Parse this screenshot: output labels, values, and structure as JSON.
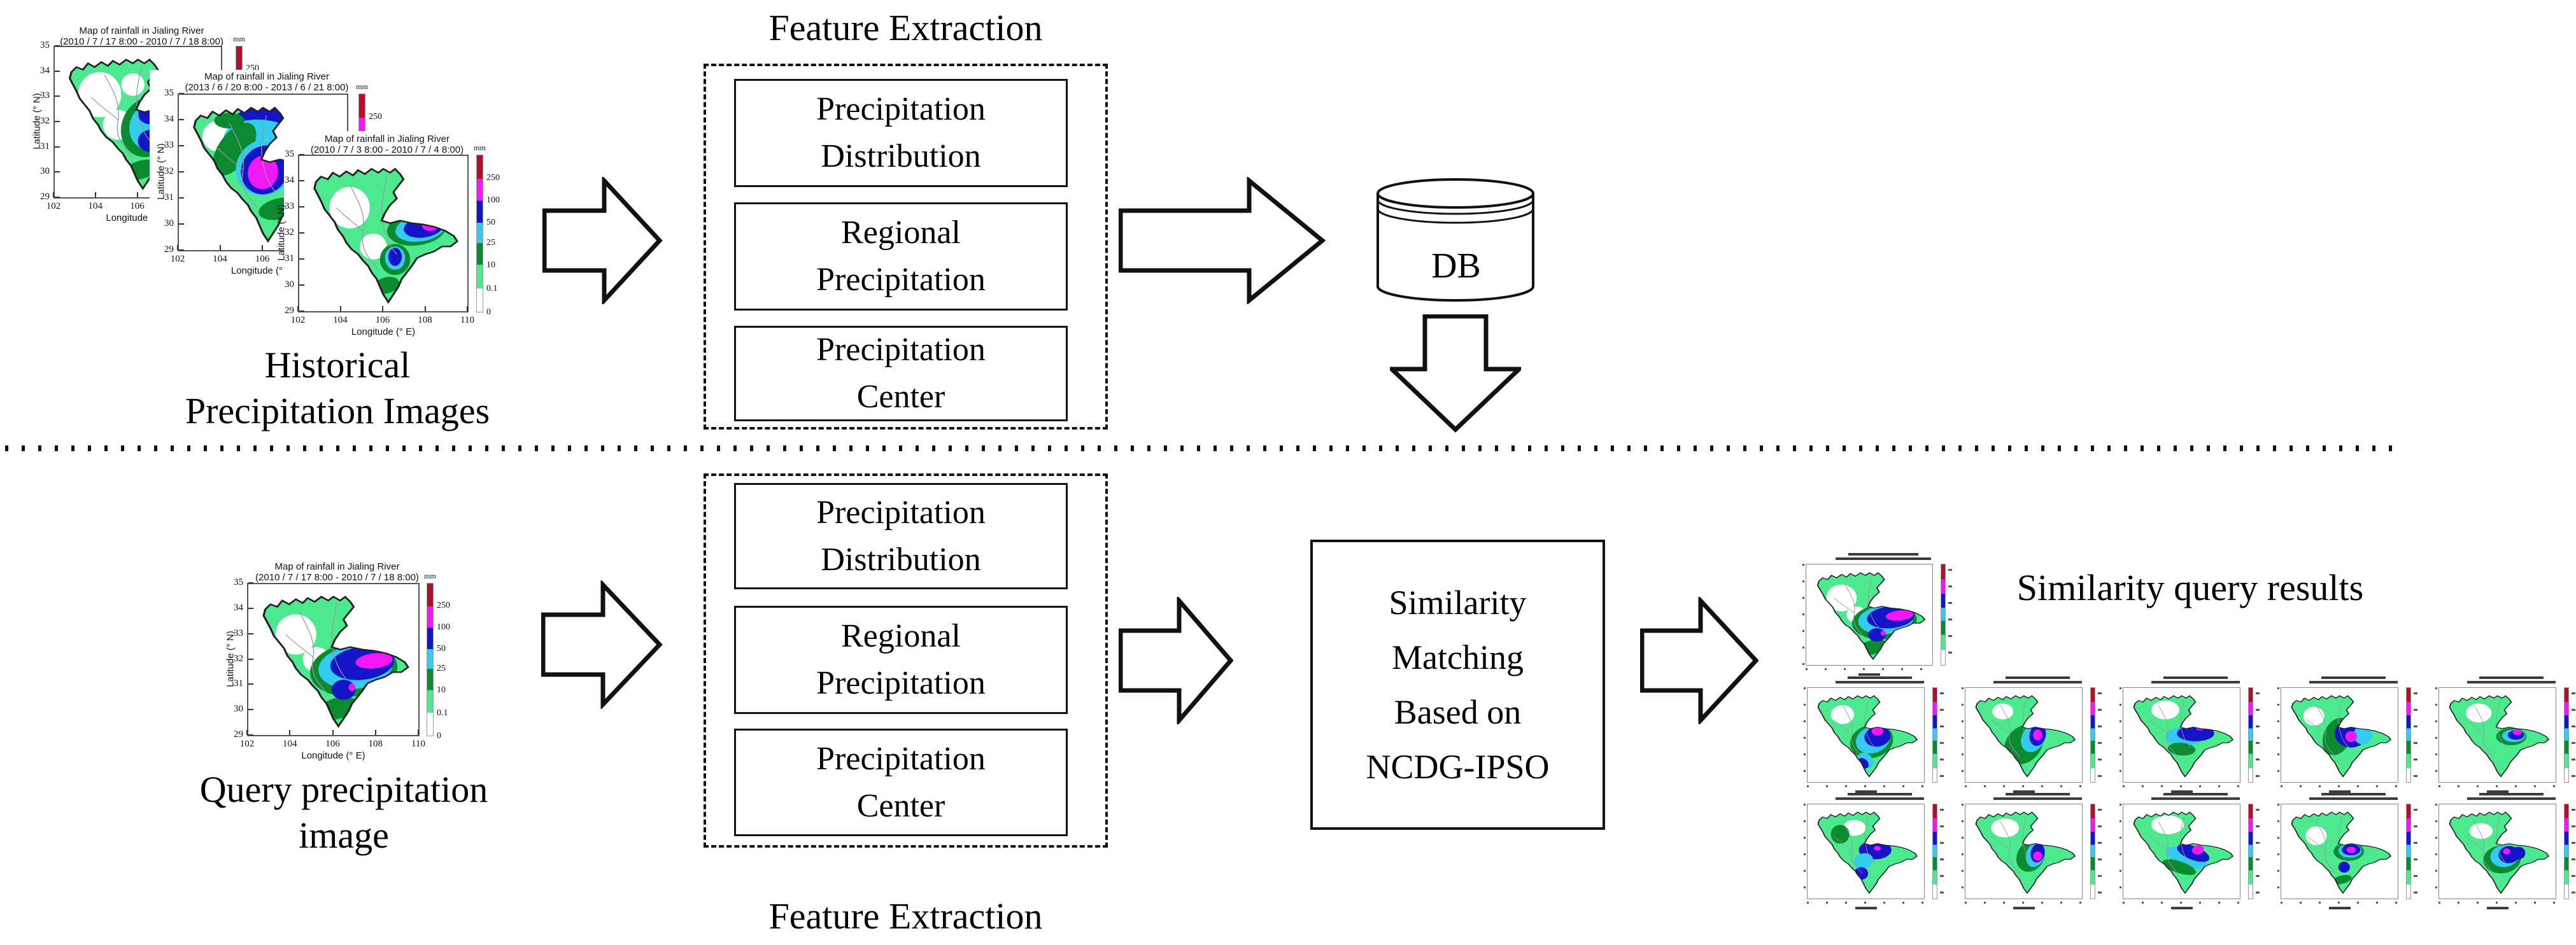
{
  "labels": {
    "historical_caption": [
      "Historical",
      "Precipitation Images"
    ],
    "query_caption": [
      "Query  precipitation",
      "image"
    ],
    "feature_extraction_top": "Feature Extraction",
    "feature_extraction_bottom": "Feature Extraction",
    "db": "DB",
    "results_caption": "Similarity query results"
  },
  "similarity_box": {
    "lines": [
      "Similarity",
      "Matching",
      "Based on",
      "NCDG-IPSO"
    ]
  },
  "feature_boxes": [
    [
      "Precipitation",
      "Distribution"
    ],
    [
      "Regional",
      "Precipitation"
    ],
    [
      "Precipitation",
      "Center"
    ]
  ],
  "maps": {
    "shared": {
      "xlabel": "Longitude (° E)",
      "ylabel": "Latitude (° N)",
      "x_ticks": [
        "102",
        "104",
        "106",
        "108",
        "110"
      ],
      "y_ticks": [
        "35",
        "34",
        "33",
        "32",
        "31",
        "30",
        "29"
      ],
      "colorbar": {
        "unit": "mm",
        "labels": [
          "250",
          "100",
          "50",
          "25",
          "10",
          "0.1",
          "0"
        ]
      }
    },
    "historical": [
      {
        "title1": "Map of rainfall in Jialing River",
        "title2": "(2010 / 7 / 17 8:00 - 2010 / 7 / 18 8:00)"
      },
      {
        "title1": "Map of rainfall in Jialing River",
        "title2": "(2013 / 6 / 20 8:00 - 2013 / 6 / 21 8:00)"
      },
      {
        "title1": "Map of rainfall in Jialing River",
        "title2": "(2010 / 7 / 3 8:00 - 2010 / 7 / 4 8:00)"
      }
    ],
    "query": {
      "title1": "Map of rainfall in Jialing River",
      "title2": "(2010 / 7 / 17 8:00 - 2010 / 7 / 18 8:00)"
    }
  },
  "results": {
    "caption": "Similarity query results",
    "count": 11,
    "rows": [
      1,
      5,
      5
    ]
  },
  "colors": {
    "light_green": "#4CE98F",
    "dark_green": "#0C8A30",
    "cyan": "#33CCF0",
    "blue": "#1414C8",
    "magenta": "#F317F3",
    "dark_red": "#AE1228"
  }
}
